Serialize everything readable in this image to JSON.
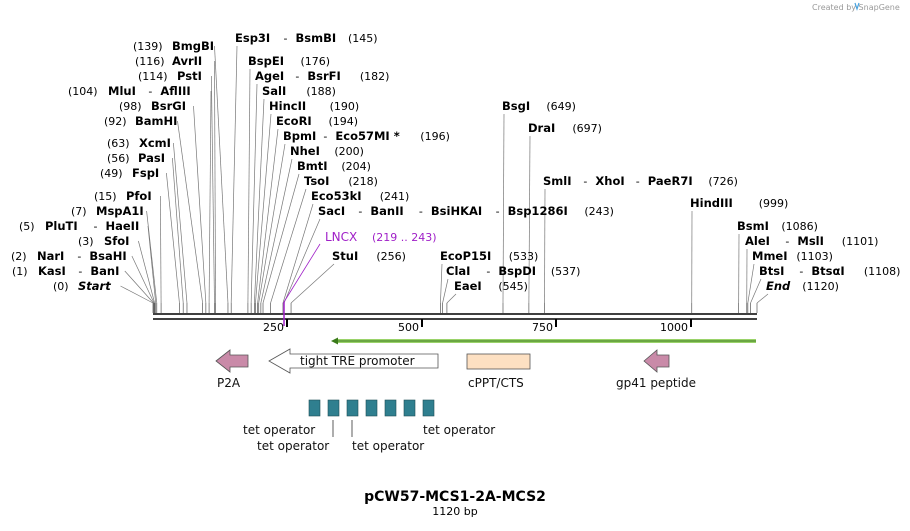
{
  "map": {
    "name": "pCW57-MCS1-2A-MCS2",
    "length_label": "1120 bp",
    "length_bp": 1120,
    "credit": "Created by SnapGene",
    "ticks": [
      "250",
      "500",
      "750",
      "1000"
    ]
  },
  "left_sites": [
    {
      "pos": "(139)",
      "parts": [
        {
          "t": "BmgBI"
        }
      ],
      "bp": 139
    },
    {
      "pos": "(116)",
      "parts": [
        {
          "t": "AvrII"
        }
      ],
      "bp": 116
    },
    {
      "pos": "(114)",
      "parts": [
        {
          "t": "PstI"
        }
      ],
      "bp": 114
    },
    {
      "pos": "(104)",
      "parts": [
        {
          "t": "MluI"
        },
        {
          "t": "AflIII"
        }
      ],
      "bp": 104
    },
    {
      "pos": "(98)",
      "parts": [
        {
          "t": "BsrGI"
        }
      ],
      "bp": 98
    },
    {
      "pos": "(92)",
      "parts": [
        {
          "t": "BamHI"
        }
      ],
      "bp": 92
    },
    {
      "pos": "(63)",
      "parts": [
        {
          "t": "XcmI"
        }
      ],
      "bp": 63
    },
    {
      "pos": "(56)",
      "parts": [
        {
          "t": "PasI"
        }
      ],
      "bp": 56
    },
    {
      "pos": "(49)",
      "parts": [
        {
          "t": "FspI"
        }
      ],
      "bp": 49
    },
    {
      "pos": "(15)",
      "parts": [
        {
          "t": "PfoI"
        }
      ],
      "bp": 15
    },
    {
      "pos": "(7)",
      "parts": [
        {
          "t": "MspA1I"
        }
      ],
      "bp": 7
    },
    {
      "pos": "(5)",
      "parts": [
        {
          "t": "PluTI"
        },
        {
          "t": "HaeII"
        }
      ],
      "bp": 5
    },
    {
      "pos": "(3)",
      "parts": [
        {
          "t": "SfoI"
        }
      ],
      "bp": 3
    },
    {
      "pos": "(2)",
      "parts": [
        {
          "t": "NarI"
        },
        {
          "t": "BsaHI"
        }
      ],
      "bp": 2
    },
    {
      "pos": "(1)",
      "parts": [
        {
          "t": "KasI"
        },
        {
          "t": "BanI"
        }
      ],
      "bp": 1
    },
    {
      "pos": "(0)",
      "parts": [
        {
          "t": "Start",
          "italic": true
        }
      ],
      "bp": 0
    }
  ],
  "right_sites": [
    {
      "pos": "(145)",
      "parts": [
        {
          "t": "Esp3I"
        },
        {
          "t": "BsmBI"
        }
      ],
      "bp": 145
    },
    {
      "pos": "(176)",
      "parts": [
        {
          "t": "BspEI"
        }
      ],
      "bp": 176
    },
    {
      "pos": "(182)",
      "parts": [
        {
          "t": "AgeI"
        },
        {
          "t": "BsrFI"
        }
      ],
      "bp": 182
    },
    {
      "pos": "(188)",
      "parts": [
        {
          "t": "SalI"
        }
      ],
      "bp": 188
    },
    {
      "pos": "(190)",
      "parts": [
        {
          "t": "HincII"
        }
      ],
      "bp": 190
    },
    {
      "pos": "(194)",
      "parts": [
        {
          "t": "EcoRI"
        }
      ],
      "bp": 194
    },
    {
      "pos": "(196)",
      "parts": [
        {
          "t": "BpmI"
        },
        {
          "t": "Eco57MI *"
        }
      ],
      "bp": 196
    },
    {
      "pos": "(200)",
      "parts": [
        {
          "t": "NheI"
        }
      ],
      "bp": 200
    },
    {
      "pos": "(204)",
      "parts": [
        {
          "t": "BmtI"
        }
      ],
      "bp": 204
    },
    {
      "pos": "(218)",
      "parts": [
        {
          "t": "TsoI"
        }
      ],
      "bp": 218
    },
    {
      "pos": "(241)",
      "parts": [
        {
          "t": "Eco53kI"
        }
      ],
      "bp": 241
    },
    {
      "pos": "(243)",
      "parts": [
        {
          "t": "SacI"
        },
        {
          "t": "BanII"
        },
        {
          "t": "BsiHKAI"
        },
        {
          "t": "Bsp1286I"
        }
      ],
      "bp": 243
    },
    {
      "pos": "(256)",
      "parts": [
        {
          "t": "StuI"
        }
      ],
      "bp": 256
    },
    {
      "pos": "(649)",
      "parts": [
        {
          "t": "BsgI"
        }
      ],
      "bp": 649
    },
    {
      "pos": "(697)",
      "parts": [
        {
          "t": "DraI"
        }
      ],
      "bp": 697
    },
    {
      "pos": "(726)",
      "parts": [
        {
          "t": "SmlI"
        },
        {
          "t": "XhoI"
        },
        {
          "t": "PaeR7I"
        }
      ],
      "bp": 726
    },
    {
      "pos": "(999)",
      "parts": [
        {
          "t": "HindIII"
        }
      ],
      "bp": 999
    },
    {
      "pos": "(533)",
      "parts": [
        {
          "t": "EcoP15I"
        }
      ],
      "bp": 533
    },
    {
      "pos": "(537)",
      "parts": [
        {
          "t": "ClaI"
        },
        {
          "t": "BspDI"
        }
      ],
      "bp": 537
    },
    {
      "pos": "(545)",
      "parts": [
        {
          "t": "EaeI"
        }
      ],
      "bp": 545
    },
    {
      "pos": "(1086)",
      "parts": [
        {
          "t": "BsmI"
        }
      ],
      "bp": 1086
    },
    {
      "pos": "(1101)",
      "parts": [
        {
          "t": "AleI"
        },
        {
          "t": "MslI"
        }
      ],
      "bp": 1101
    },
    {
      "pos": "(1103)",
      "parts": [
        {
          "t": "MmeI"
        }
      ],
      "bp": 1103
    },
    {
      "pos": "(1108)",
      "parts": [
        {
          "t": "BtsI"
        },
        {
          "t": "BtsαI"
        }
      ],
      "bp": 1108
    },
    {
      "pos": "(1120)",
      "parts": [
        {
          "t": "End",
          "italic": true
        }
      ],
      "bp": 1120
    }
  ],
  "lncx": {
    "name": "LNCX",
    "range": "(219 .. 243)",
    "color": "#a020c8"
  },
  "features": {
    "p2a": "P2A",
    "tre": "tight TRE promoter",
    "cppt": "cPPT/CTS",
    "gp41": "gp41 peptide",
    "tet_operator": [
      "tet operator",
      "tet operator",
      "tet operator",
      "tet operator"
    ]
  },
  "colors": {
    "arrow_pink": "#c98aa8",
    "cppt_fill": "#fde0c2",
    "tet_box": "#2f7f8f",
    "orf_green": "#9ad36a",
    "lncx_purple": "#a020c8"
  }
}
